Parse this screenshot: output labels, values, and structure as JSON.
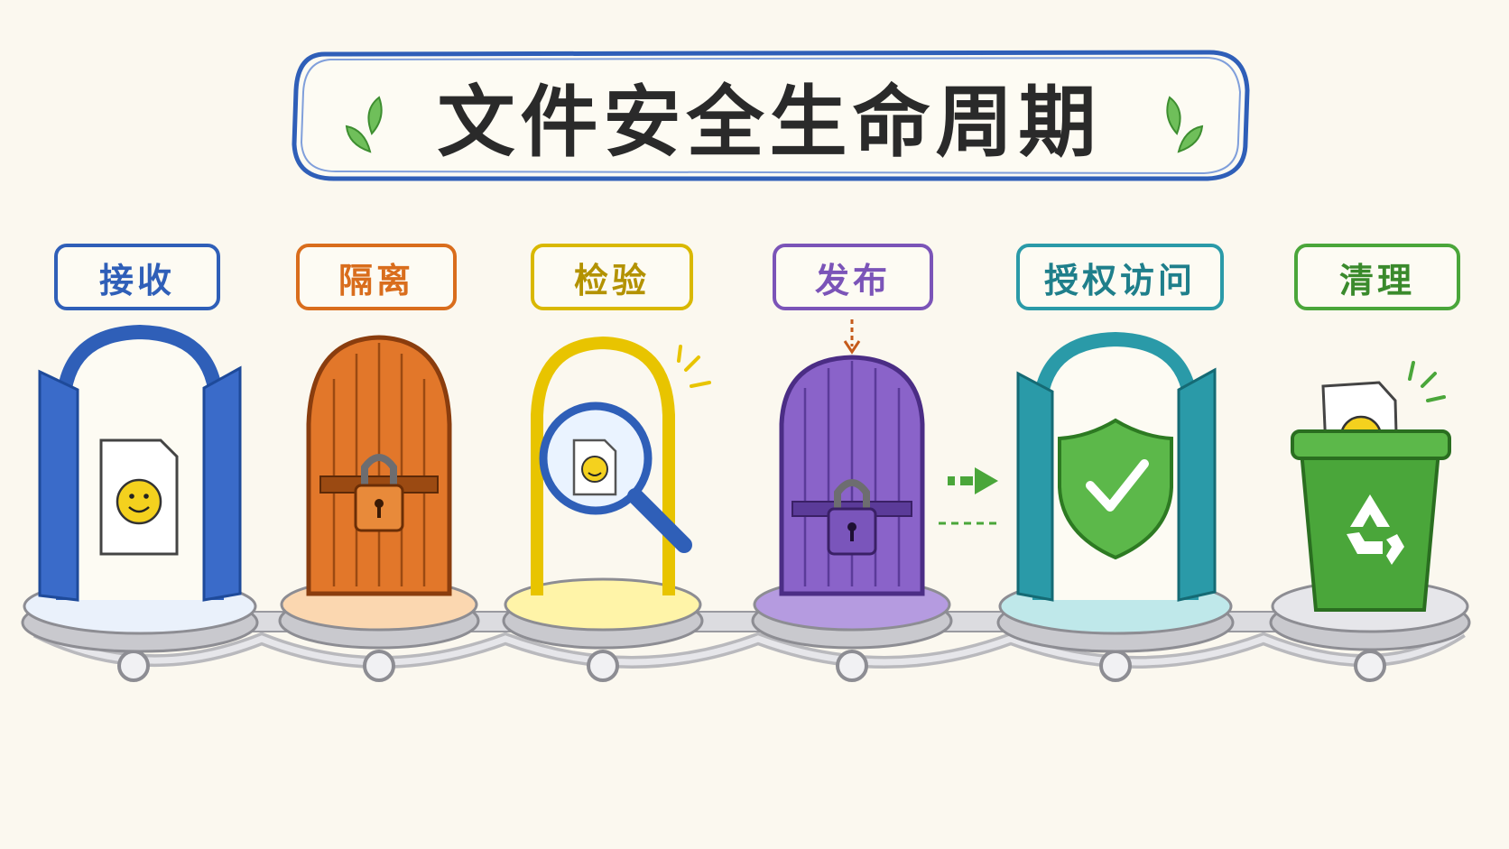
{
  "title": "文件安全生命周期",
  "stages": [
    {
      "label": "接收",
      "color": "#2f5fb8",
      "fill": "#eaf1fb",
      "icon": "open-door-icon"
    },
    {
      "label": "隔离",
      "color": "#d96d1c",
      "fill": "#fdf0e4",
      "icon": "locked-wooden-door-icon"
    },
    {
      "label": "检验",
      "color": "#d9b800",
      "fill": "#fffbe3",
      "icon": "magnifier-icon"
    },
    {
      "label": "发布",
      "color": "#7b54b8",
      "fill": "#f3eefa",
      "icon": "locked-purple-door-icon"
    },
    {
      "label": "授权访问",
      "color": "#2a9aa8",
      "fill": "#e6f6f7",
      "icon": "shield-check-icon"
    },
    {
      "label": "清理",
      "color": "#4aa63a",
      "fill": "#eef8ea",
      "icon": "recycle-bin-icon"
    }
  ]
}
